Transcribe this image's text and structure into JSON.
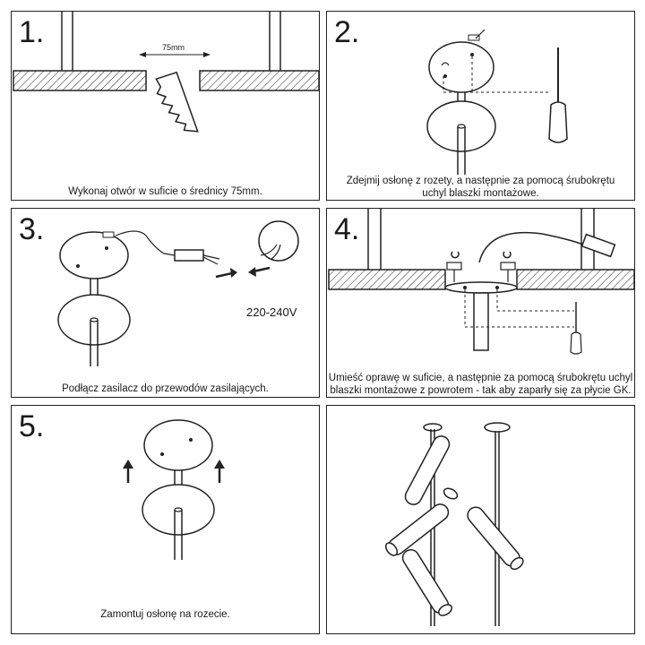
{
  "steps": [
    {
      "number": "1.",
      "caption": "Wykonaj otwór w suficie o średnicy 75mm.",
      "dimension": "75mm"
    },
    {
      "number": "2.",
      "caption_line1": "Zdejmij osłonę z rozety, a następnie za pomocą śrubokrętu",
      "caption_line2": "uchyl blaszki montażowe."
    },
    {
      "number": "3.",
      "caption": "Podłącz zasilacz do przewodów zasilających.",
      "voltage": "220-240V"
    },
    {
      "number": "4.",
      "caption_line1": "Umieść oprawę w suficie, a następnie za pomocą śrubokrętu uchyl",
      "caption_line2": "blaszki montażowe z powrotem - tak aby zaparły się za płycie GK."
    },
    {
      "number": "5.",
      "caption": "Zamontuj osłonę na rozecie."
    }
  ],
  "icons": [
    "saw-icon",
    "screwdriver-icon",
    "arrow-icon",
    "lamp-illustration"
  ],
  "colors": {
    "line": "#1a1a1a",
    "background": "#ffffff"
  }
}
